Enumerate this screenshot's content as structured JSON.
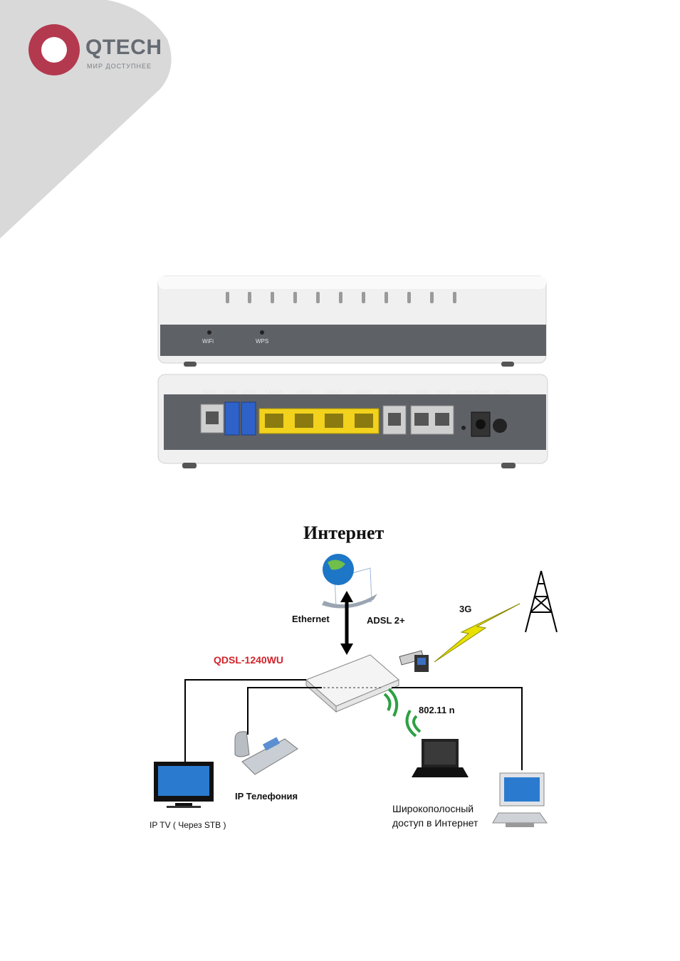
{
  "logo": {
    "name": "QTECH",
    "tagline": "МИР ДОСТУПНЕЕ"
  },
  "router_photo": {
    "front_labels": [
      "WiFi",
      "WPS"
    ],
    "back_labels": [
      "ADSL",
      "USB2",
      "USB1",
      "LAN4X",
      "LAN3X",
      "LAN2X",
      "LAN1X",
      "LINE",
      "FXS2",
      "FXS1",
      "Reset",
      "Power",
      "On/Off"
    ]
  },
  "diagram": {
    "title": "Интернет",
    "ethernet_label": "Ethernet",
    "adsl_label": "ADSL 2+",
    "g3_label": "3G",
    "model_label": "QDSL-1240WU",
    "wifi_label": "802.11 n",
    "ip_phone_label": "IP Телефония",
    "iptv_label": "IP TV ( Через STB )",
    "broadband_label": "Широкополосный доступ в Интернет"
  },
  "colors": {
    "corner": "#d9d9d9",
    "logo": "#b3394f",
    "model": "#d2232a",
    "port_yellow": "#f2d21c",
    "usb_blue": "#2f62c8",
    "bolt": "#e8e000",
    "wifi": "#2ea043"
  }
}
